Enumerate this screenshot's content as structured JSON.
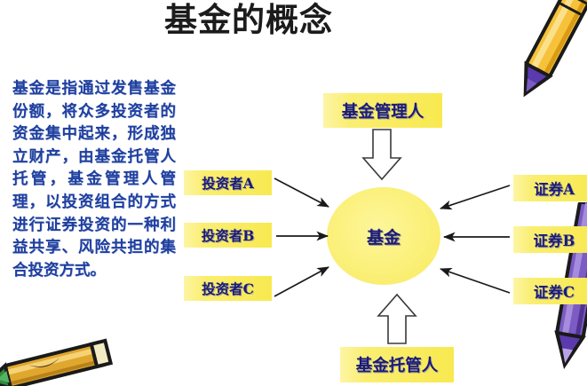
{
  "slide": {
    "title": "基金的概念",
    "background_color": "#ffffff"
  },
  "description": {
    "text": "基金是指通过发售基金份额，将众多投资者的资金集中起来，形成独立财产，由基金托管人托管，基金管理人管理，以投资组合的方式进行证券投资的一种利益共享、风险共担的集合投资方式。",
    "text_color": "#1f3f9e"
  },
  "diagram": {
    "center": {
      "label": "基金",
      "shape": "ellipse",
      "fill_color": "#FBF07E",
      "text_color": "#1a1a7a"
    },
    "top_node": {
      "label": "基金管理人",
      "fill_color": "#FAEE7D",
      "connector": "hollow-block-arrow-down"
    },
    "bottom_node": {
      "label": "基金托管人",
      "fill_color": "#FAEE7D",
      "connector": "hollow-block-arrow-up"
    },
    "left_nodes": [
      {
        "label": "投资者A",
        "connector": "line-arrow-to-center"
      },
      {
        "label": "投资者B",
        "connector": "line-arrow-to-center"
      },
      {
        "label": "投资者C",
        "connector": "line-arrow-to-center"
      }
    ],
    "right_nodes": [
      {
        "label": "证券A",
        "connector": "line-arrow-to-center"
      },
      {
        "label": "证券B",
        "connector": "line-arrow-to-center"
      },
      {
        "label": "证券C",
        "connector": "line-arrow-to-center"
      }
    ],
    "node_fill_color": "#FAEE7D",
    "node_text_color": "#1a1a7a",
    "arrow_color": "#1a1a1a"
  },
  "decorations": [
    {
      "name": "pencil-top-right",
      "body_color": "#F5B826",
      "tip_color": "#5B3AAE"
    },
    {
      "name": "pencil-bottom-left",
      "body_color": "#D79A2B",
      "tip_color": "#2E8B3C"
    },
    {
      "name": "pencil-right-edge",
      "body_color": "#7B5BC4",
      "tip_color": "#5B3AAE"
    }
  ]
}
